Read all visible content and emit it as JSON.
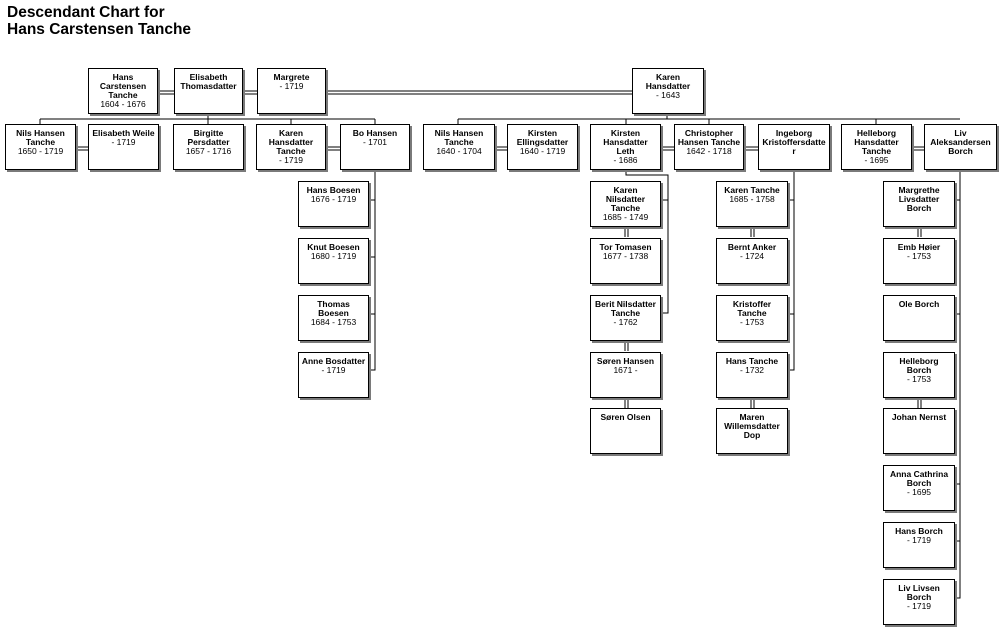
{
  "title_line1": "Descendant Chart for",
  "title_line2": "Hans Carstensen Tanche",
  "people": {
    "hans_carstensen": {
      "name": "Hans\nCarstensen\nTanche",
      "dates": "1604 - 1676"
    },
    "elisabeth_thomasdatter": {
      "name": "Elisabeth\nThomasdatter",
      "dates": ""
    },
    "margrete": {
      "name": "Margrete",
      "dates": "- 1719"
    },
    "karen_hansdatter_1643": {
      "name": "Karen\nHansdatter",
      "dates": "- 1643"
    },
    "nils_hansen_1650": {
      "name": "Nils Hansen\nTanche",
      "dates": "1650 - 1719"
    },
    "elisabeth_weile": {
      "name": "Elisabeth Weile",
      "dates": "- 1719"
    },
    "birgitte_persdatter": {
      "name": "Birgitte\nPersdatter",
      "dates": "1657 - 1716"
    },
    "karen_hansdatter_tanche": {
      "name": "Karen\nHansdatter\nTanche",
      "dates": "- 1719"
    },
    "bo_hansen": {
      "name": "Bo Hansen",
      "dates": "- 1701"
    },
    "nils_hansen_1640": {
      "name": "Nils Hansen\nTanche",
      "dates": "1640 - 1704"
    },
    "kirsten_ellingsdatter": {
      "name": "Kirsten\nEllingsdatter",
      "dates": "1640 - 1719"
    },
    "kirsten_hansdatter_leth": {
      "name": "Kirsten\nHansdatter\nLeth",
      "dates": "- 1686"
    },
    "christopher_hansen": {
      "name": "Christopher\nHansen Tanche",
      "dates": "1642 - 1718"
    },
    "ingeborg_kristoffersdatter": {
      "name": "Ingeborg\nKristoffersdatte\nr",
      "dates": ""
    },
    "helleborg_hansdatter": {
      "name": "Helleborg\nHansdatter\nTanche",
      "dates": "- 1695"
    },
    "liv_aleksandersen": {
      "name": "Liv\nAleksandersen\nBorch",
      "dates": ""
    },
    "hans_boesen": {
      "name": "Hans Boesen",
      "dates": "1676 - 1719"
    },
    "knut_boesen": {
      "name": "Knut Boesen",
      "dates": "1680 - 1719"
    },
    "thomas_boesen": {
      "name": "Thomas\nBoesen",
      "dates": "1684 - 1753"
    },
    "anne_bosdatter": {
      "name": "Anne Bosdatter",
      "dates": "- 1719"
    },
    "karen_nilsdatter": {
      "name": "Karen\nNilsdatter\nTanche",
      "dates": "1685 - 1749"
    },
    "tor_tomasen": {
      "name": "Tor Tomasen",
      "dates": "1677 - 1738"
    },
    "berit_nilsdatter": {
      "name": "Berit Nilsdatter\nTanche",
      "dates": "- 1762"
    },
    "soren_hansen": {
      "name": "Søren Hansen",
      "dates": "1671 -"
    },
    "soren_olsen": {
      "name": "Søren Olsen",
      "dates": ""
    },
    "karen_tanche": {
      "name": "Karen Tanche",
      "dates": "1685 - 1758"
    },
    "bernt_anker": {
      "name": "Bernt Anker",
      "dates": "- 1724"
    },
    "kristoffer_tanche": {
      "name": "Kristoffer\nTanche",
      "dates": "- 1753"
    },
    "hans_tanche": {
      "name": "Hans Tanche",
      "dates": "- 1732"
    },
    "maren_willemsdatter": {
      "name": "Maren\nWillemsdatter\nDop",
      "dates": ""
    },
    "margrethe_livsdatter": {
      "name": "Margrethe\nLivsdatter\nBorch",
      "dates": ""
    },
    "emb_haier": {
      "name": "Emb Høier",
      "dates": "- 1753"
    },
    "ole_borch": {
      "name": "Ole Borch",
      "dates": ""
    },
    "helleborg_borch": {
      "name": "Helleborg\nBorch",
      "dates": "- 1753"
    },
    "johan_nernst": {
      "name": "Johan Nernst",
      "dates": ""
    },
    "anna_cathrina": {
      "name": "Anna Cathrina\nBorch",
      "dates": "- 1695"
    },
    "hans_borch": {
      "name": "Hans Borch",
      "dates": "- 1719"
    },
    "liv_livsen": {
      "name": "Liv Livsen\nBorch",
      "dates": "- 1719"
    }
  }
}
